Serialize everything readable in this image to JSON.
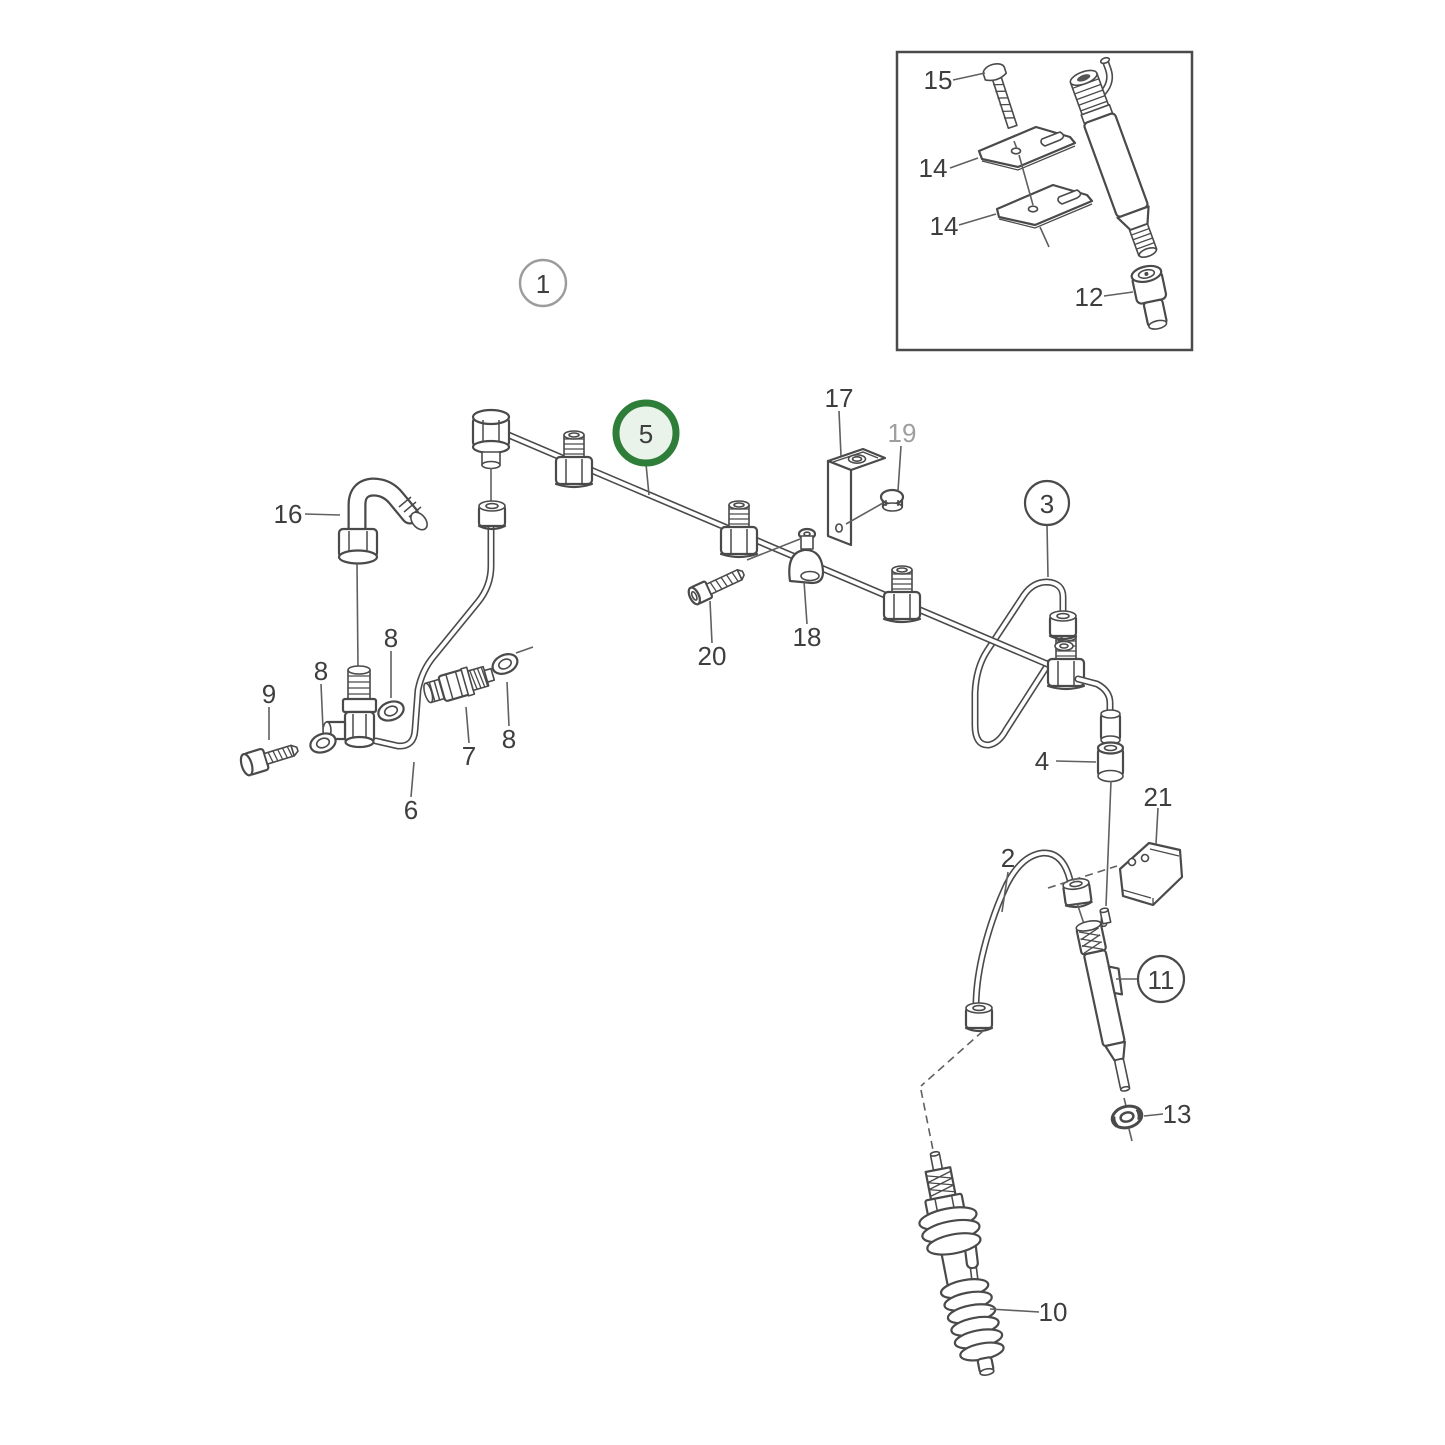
{
  "figure": {
    "background": "#ffffff",
    "line_color": "#4a4a4a",
    "label_color": "#3e3e3e",
    "muted_label_color": "#9e9e9e",
    "highlight": {
      "part": "5",
      "ring_color": "#2e7d39",
      "fill_color": "#e9f3e9"
    },
    "callouts": {
      "c1": "1",
      "c2": "2",
      "c3": "3",
      "c4": "4",
      "c5": "5",
      "c6": "6",
      "c7": "7",
      "c8a": "8",
      "c8b": "8",
      "c8c": "8",
      "c9": "9",
      "c10": "10",
      "c11": "11",
      "c12": "12",
      "c13": "13",
      "c14a": "14",
      "c14b": "14",
      "c15": "15",
      "c16": "16",
      "c17": "17",
      "c18": "18",
      "c19": "19",
      "c20": "20",
      "c21": "21"
    }
  }
}
